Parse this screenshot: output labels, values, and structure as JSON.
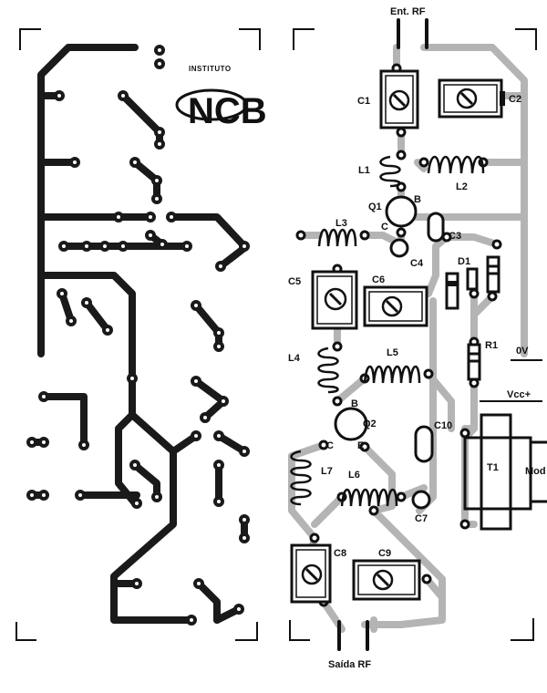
{
  "logo": {
    "small": "INSTITUTO",
    "big": "NCB"
  },
  "labels": {
    "ent_rf": "Ent. RF",
    "saida_rf": "Saída RF",
    "c1": "C1",
    "c2": "C2",
    "c3": "C3",
    "c4": "C4",
    "c5": "C5",
    "c6": "C6",
    "c7": "C7",
    "c8": "C8",
    "c9": "C9",
    "c10": "C10",
    "l1": "L1",
    "l2": "L2",
    "l3": "L3",
    "l4": "L4",
    "l5": "L5",
    "l6": "L6",
    "l7": "L7",
    "q1": "Q1",
    "q2": "Q2",
    "d1": "D1",
    "r1": "R1",
    "t1": "T1",
    "b1": "B",
    "c_q1": "C",
    "b2": "B",
    "c_q2": "C",
    "e_q2": "E",
    "ov": "0V",
    "vcc": "Vcc+",
    "mod": "Mod"
  },
  "colors": {
    "copper": "#1a1a1a",
    "trace_light": "#b4b4b4",
    "ink": "#111111",
    "paper": "#ffffff"
  }
}
